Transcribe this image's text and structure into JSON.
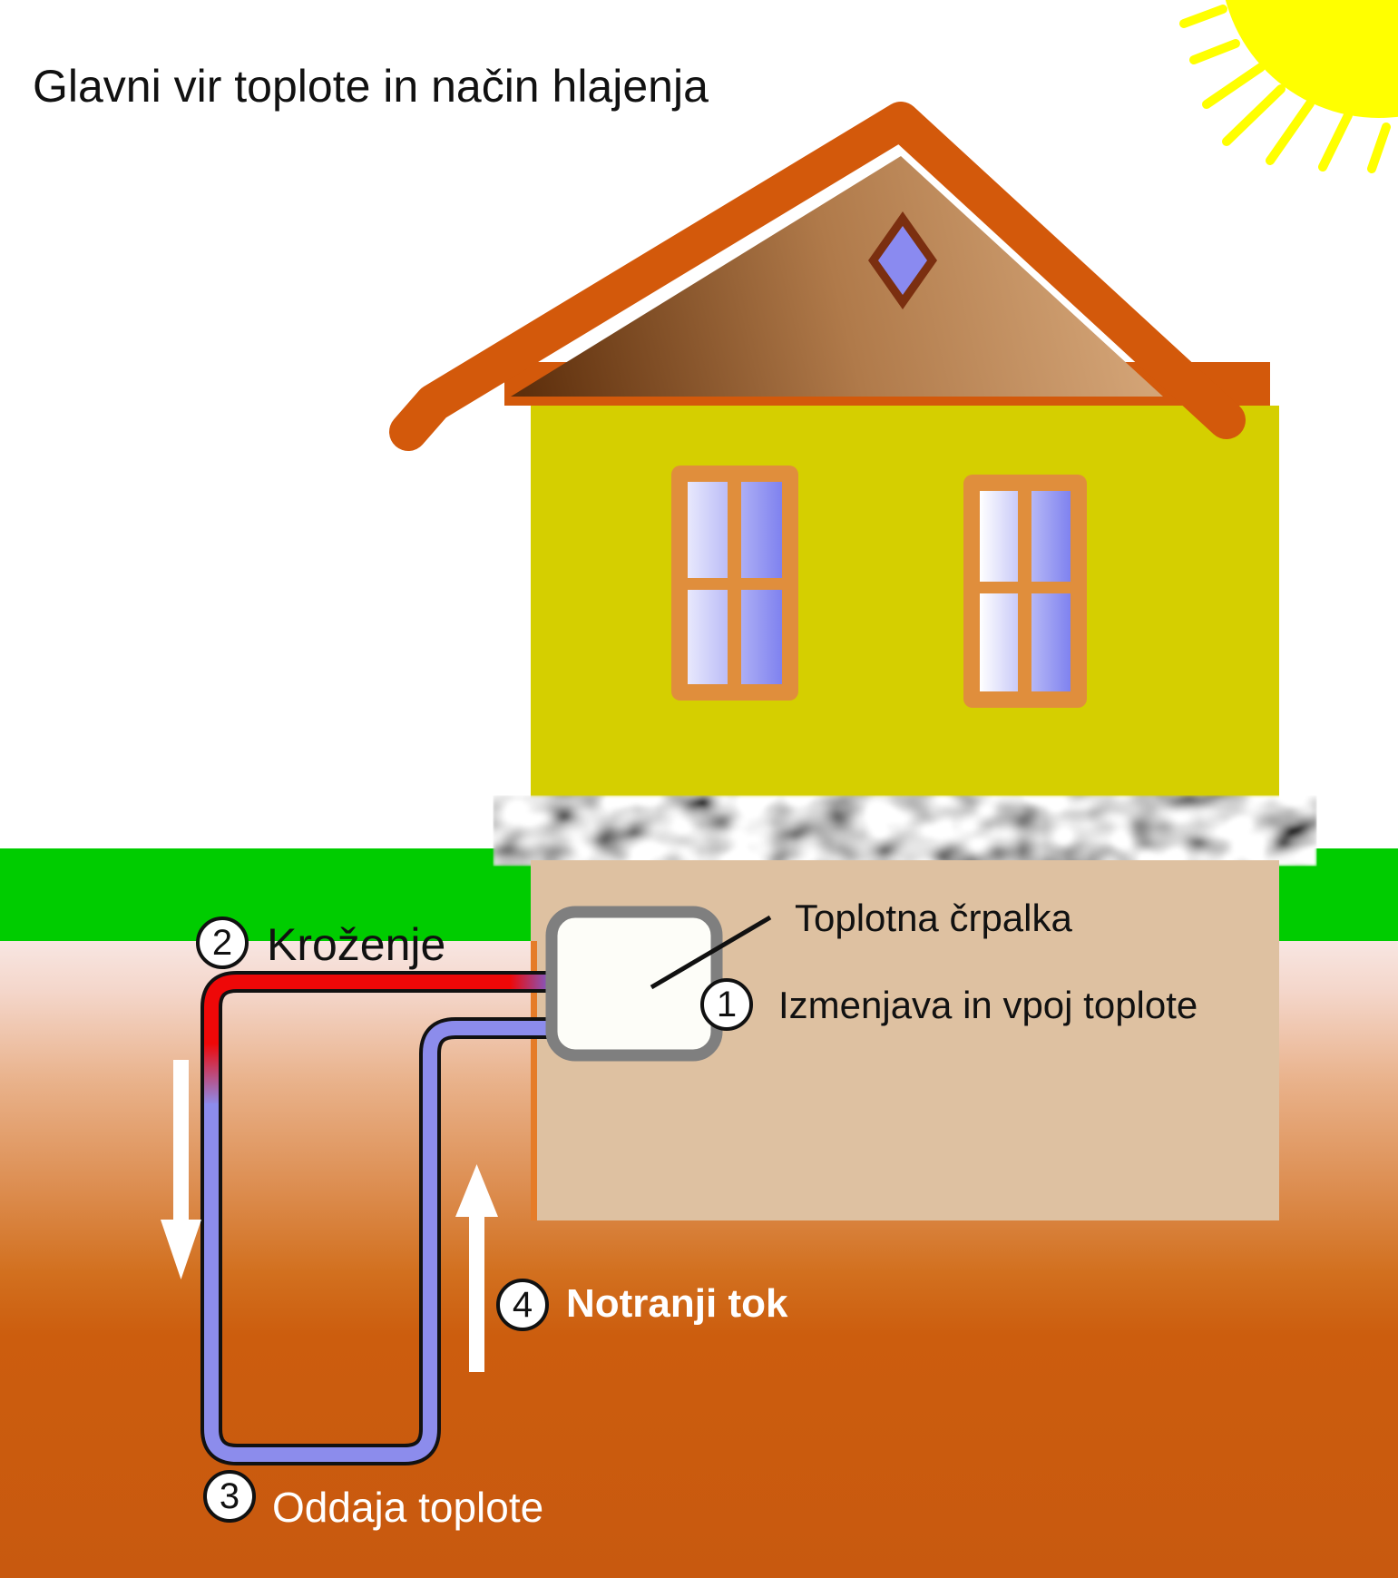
{
  "title": "Glavni vir toplote in način hlajenja",
  "callouts": {
    "heat_pump": {
      "label": "Toplotna črpalka"
    },
    "step1": {
      "number": "1",
      "label": "Izmenjava in vpoj toplote"
    },
    "step2": {
      "number": "2",
      "label": "Kroženje"
    },
    "step3": {
      "number": "3",
      "label": "Oddaja toplote"
    },
    "step4": {
      "number": "4",
      "label": "Notranji tok"
    }
  },
  "palette": {
    "sun": "#FFFF00",
    "grass": "#00CC00",
    "ground_top": "#F8E6E2",
    "ground_bottom": "#C8590F",
    "wall": "#D5CF00",
    "roof_border": "#D3590B",
    "roof_fill_dark": "#5E2F0C",
    "roof_fill_light": "#D9AB7E",
    "foundation": "#DEC1A1",
    "window_frame": "#E08E3C",
    "window_glass": "#8183EF",
    "hot_pipe": "#EE0808",
    "cold_pipe": "#8C8CEC",
    "pump_border": "#7F7F7F",
    "arrow": "#FFFFFF"
  }
}
